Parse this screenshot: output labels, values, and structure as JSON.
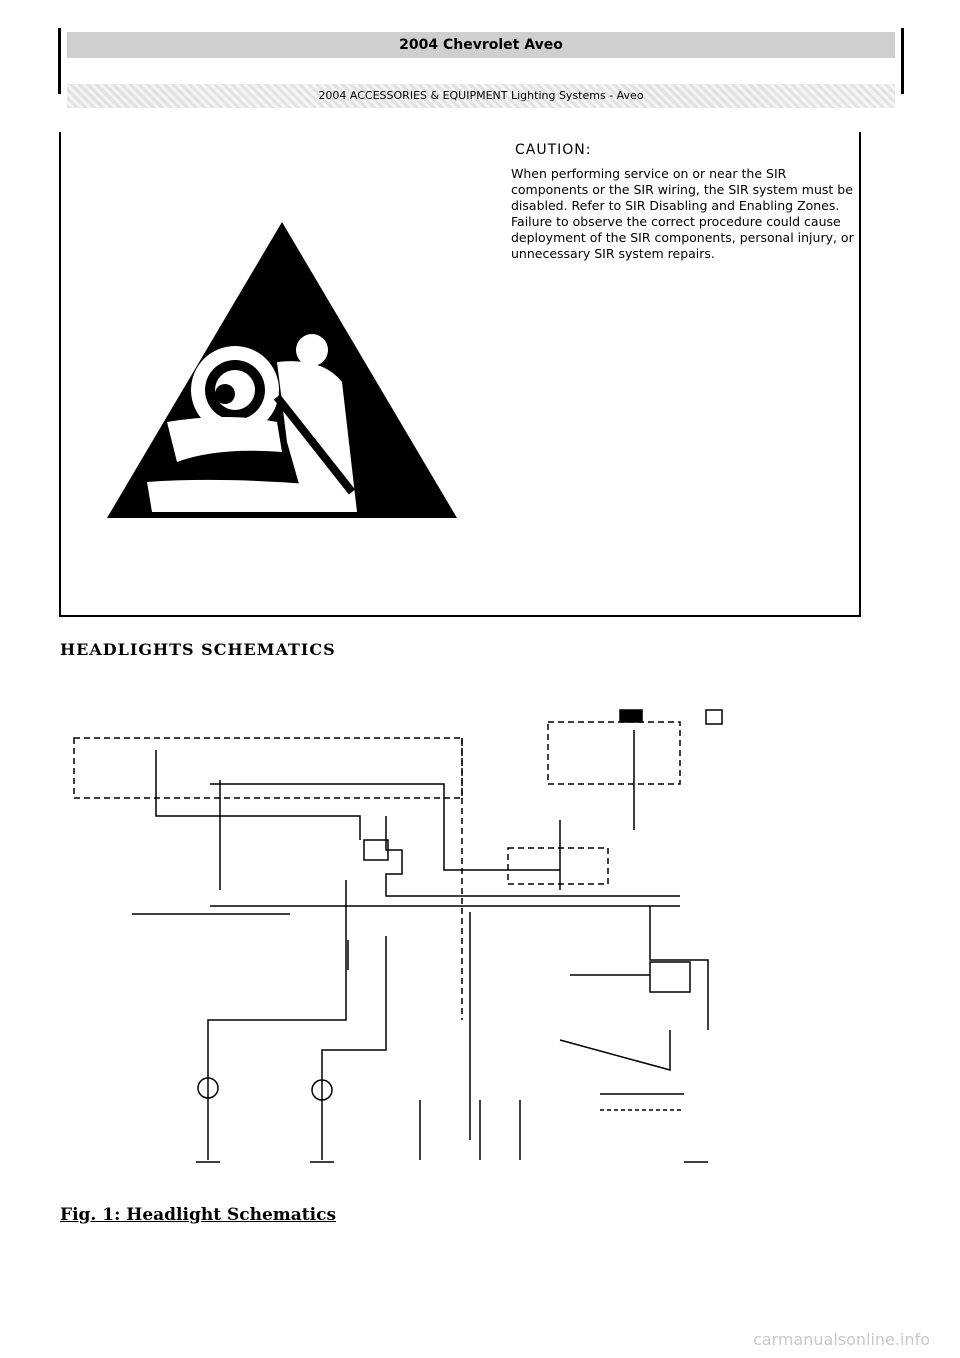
{
  "header": {
    "title": "2004 Chevrolet Aveo",
    "subtitle": "2004 ACCESSORIES & EQUIPMENT Lighting Systems - Aveo"
  },
  "caution": {
    "title": "CAUTION:",
    "body": "When performing service on or near the SIR components or the SIR wiring, the SIR system must be disabled. Refer to SIR Disabling and Enabling Zones. Failure to observe the correct procedure could cause deployment of the SIR components, personal injury, or unnecessary SIR system repairs.",
    "icon": "airbag-warning-icon"
  },
  "section": {
    "heading": "HEADLIGHTS SCHEMATICS"
  },
  "figure": {
    "caption": "Fig. 1: Headlight Schematics"
  },
  "watermark": {
    "text": "carmanualsonline.info"
  }
}
